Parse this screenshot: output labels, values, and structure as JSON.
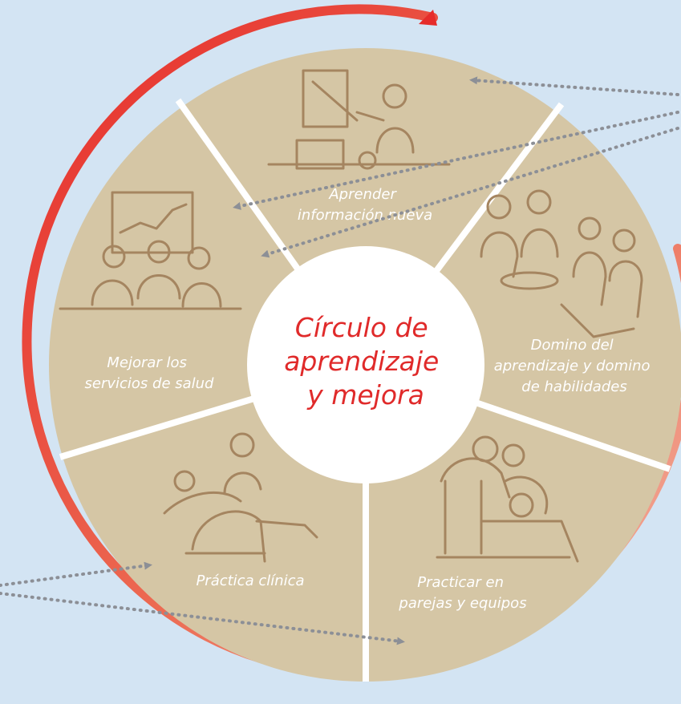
{
  "colors": {
    "background": "#d3e4f3",
    "disc": "#d5c6a5",
    "divider": "#ffffff",
    "figure_stroke": "#a58560",
    "center_text": "#e02a2a",
    "arc_start": "#e62c2a",
    "arc_end": "#f3b6a5",
    "dotted_arrow": "#8c8f96"
  },
  "center": {
    "line1": "Círculo de",
    "line2": "aprendizaje",
    "line3": "y mejora"
  },
  "segments": [
    {
      "id": "learn",
      "line1": "Aprender",
      "line2": "información nueva",
      "icon": "teacher-at-board-icon"
    },
    {
      "id": "mastery",
      "line1": "Domino del",
      "line2": "aprendizaje y domino",
      "line3": "de habilidades",
      "icon": "group-practice-icon"
    },
    {
      "id": "pairs",
      "line1": "Practicar en",
      "line2": "parejas y equipos",
      "icon": "pair-practice-icon"
    },
    {
      "id": "clinical",
      "line1": "Práctica clínica",
      "icon": "clinical-care-icon"
    },
    {
      "id": "improve",
      "line1": "Mejorar los",
      "line2": "servicios de salud",
      "icon": "team-review-chart-icon"
    }
  ]
}
